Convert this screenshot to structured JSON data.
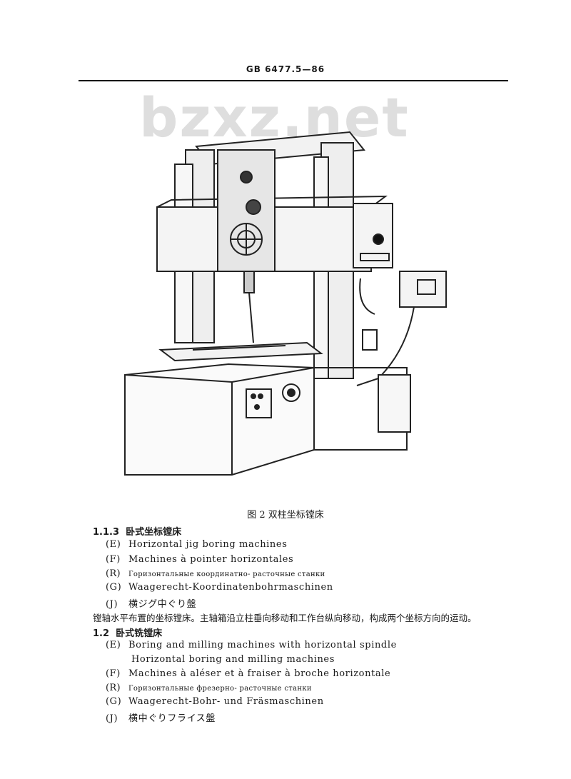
{
  "header": {
    "standard": "GB 6477.5—86"
  },
  "watermark": "bzxz.net",
  "figure": {
    "caption": "图 2   双柱坐标镗床"
  },
  "section_1_1_3": {
    "number": "1.1.3",
    "title": "卧式坐标镗床",
    "terms": [
      {
        "code": "(E)",
        "text": "Horizontal jig boring machines"
      },
      {
        "code": "(F)",
        "text": "Machines à pointer horizontales"
      },
      {
        "code": "(R)",
        "text": "Горизонтальные координатно- расточные станки"
      },
      {
        "code": "(G)",
        "text": "Waagerecht-Koordinatenbohrmaschinen"
      },
      {
        "code": "(J)",
        "text": "横ジグ中ぐり盤"
      }
    ],
    "description": "镗轴水平布置的坐标镗床。主轴箱沿立柱垂向移动和工作台纵向移动，构成两个坐标方向的运动。"
  },
  "section_1_2": {
    "number": "1.2",
    "title": "卧式铣镗床",
    "terms": [
      {
        "code": "(E)",
        "text": "Boring and milling machines with horizontal spindle"
      },
      {
        "code": "",
        "text": "Horizontal boring and milling machines"
      },
      {
        "code": "(F)",
        "text": "Machines à aléser et à fraiser à broche horizontale"
      },
      {
        "code": "(R)",
        "text": "Горизонтальные фрезерно- расточные станки"
      },
      {
        "code": "(G)",
        "text": "Waagerecht-Bohr- und Fräsmaschinen"
      },
      {
        "code": "(J)",
        "text": "横中ぐりフライス盤"
      }
    ]
  }
}
